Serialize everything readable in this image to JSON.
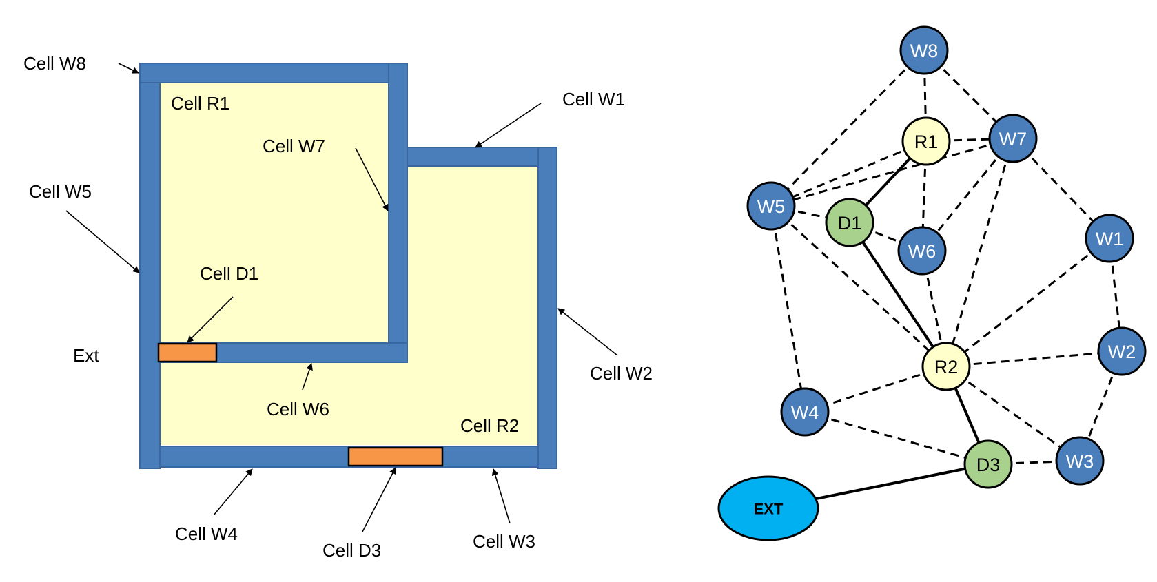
{
  "floorplan": {
    "colors": {
      "wall": "#4a7ebb",
      "wall_edge": "#3a67a0",
      "room": "#ffffcc",
      "door": "#f79646"
    },
    "labels": {
      "w8": "Cell W8",
      "r1": "Cell R1",
      "w1": "Cell W1",
      "w7": "Cell W7",
      "w5": "Cell W5",
      "d1": "Cell D1",
      "ext": "Ext",
      "w2": "Cell W2",
      "w6": "Cell W6",
      "r2": "Cell R2",
      "w4": "Cell W4",
      "d3": "Cell D3",
      "w3": "Cell W3"
    }
  },
  "graph": {
    "colors": {
      "wall": "#4a7ebb",
      "room": "#ffffcc",
      "door": "#a9d18e",
      "ext": "#00b0f0"
    },
    "nodes": [
      {
        "id": "W8",
        "label": "W8",
        "kind": "wall"
      },
      {
        "id": "R1",
        "label": "R1",
        "kind": "room"
      },
      {
        "id": "W7",
        "label": "W7",
        "kind": "wall"
      },
      {
        "id": "W5",
        "label": "W5",
        "kind": "wall"
      },
      {
        "id": "D1",
        "label": "D1",
        "kind": "door"
      },
      {
        "id": "W6",
        "label": "W6",
        "kind": "wall"
      },
      {
        "id": "W1",
        "label": "W1",
        "kind": "wall"
      },
      {
        "id": "R2",
        "label": "R2",
        "kind": "room"
      },
      {
        "id": "W2",
        "label": "W2",
        "kind": "wall"
      },
      {
        "id": "W4",
        "label": "W4",
        "kind": "wall"
      },
      {
        "id": "D3",
        "label": "D3",
        "kind": "door"
      },
      {
        "id": "W3",
        "label": "W3",
        "kind": "wall"
      },
      {
        "id": "EXT",
        "label": "EXT",
        "kind": "ext"
      }
    ],
    "edges": [
      {
        "from": "W8",
        "to": "W5",
        "style": "dashed"
      },
      {
        "from": "W8",
        "to": "R1",
        "style": "dashed"
      },
      {
        "from": "W8",
        "to": "W7",
        "style": "dashed"
      },
      {
        "from": "R1",
        "to": "W7",
        "style": "dashed"
      },
      {
        "from": "R1",
        "to": "W5",
        "style": "dashed"
      },
      {
        "from": "R1",
        "to": "W6",
        "style": "dashed"
      },
      {
        "from": "R1",
        "to": "D1",
        "style": "solid"
      },
      {
        "from": "W7",
        "to": "W5",
        "style": "dashed"
      },
      {
        "from": "W7",
        "to": "W6",
        "style": "dashed"
      },
      {
        "from": "W7",
        "to": "R2",
        "style": "dashed"
      },
      {
        "from": "W7",
        "to": "W1",
        "style": "dashed"
      },
      {
        "from": "W5",
        "to": "D1",
        "style": "dashed"
      },
      {
        "from": "W5",
        "to": "R2",
        "style": "dashed"
      },
      {
        "from": "W5",
        "to": "W4",
        "style": "dashed"
      },
      {
        "from": "D1",
        "to": "W6",
        "style": "dashed"
      },
      {
        "from": "D1",
        "to": "R2",
        "style": "solid"
      },
      {
        "from": "W6",
        "to": "R2",
        "style": "dashed"
      },
      {
        "from": "W1",
        "to": "R2",
        "style": "dashed"
      },
      {
        "from": "W1",
        "to": "W2",
        "style": "dashed"
      },
      {
        "from": "R2",
        "to": "W2",
        "style": "dashed"
      },
      {
        "from": "R2",
        "to": "W4",
        "style": "dashed"
      },
      {
        "from": "R2",
        "to": "W3",
        "style": "dashed"
      },
      {
        "from": "R2",
        "to": "D3",
        "style": "solid"
      },
      {
        "from": "W2",
        "to": "W3",
        "style": "dashed"
      },
      {
        "from": "W4",
        "to": "D3",
        "style": "dashed"
      },
      {
        "from": "D3",
        "to": "W3",
        "style": "dashed"
      },
      {
        "from": "D3",
        "to": "EXT",
        "style": "solid"
      }
    ]
  }
}
